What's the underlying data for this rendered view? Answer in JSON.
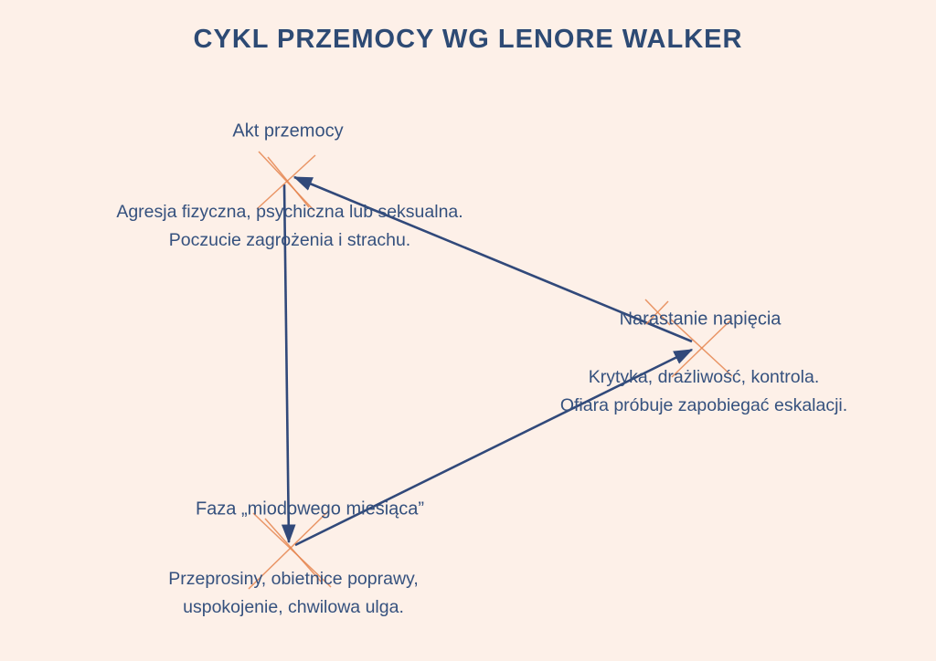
{
  "title": "CYKL PRZEMOCY WG LENORE WALKER",
  "diagram_type": "cycle",
  "nodes": {
    "akt_przemocy": {
      "label": "Akt przemocy",
      "desc_line1": "Agresja fizyczna, psychiczna lub seksualna.",
      "desc_line2": "Poczucie zagrożenia i strachu."
    },
    "narastanie_napiecia": {
      "label": "Narastanie napięcia",
      "desc_line1": "Krytyka, drażliwość, kontrola.",
      "desc_line2": "Ofiara próbuje zapobiegać eskalacji."
    },
    "faza_miodowego_miesiaca": {
      "label": "Faza „miodowego miesiąca”",
      "desc_line1": "Przeprosiny, obietnice poprawy,",
      "desc_line2": "uspokojenie, chwilowa ulga."
    }
  },
  "edges": [
    {
      "from": "narastanie_napiecia",
      "to": "akt_przemocy"
    },
    {
      "from": "akt_przemocy",
      "to": "faza_miodowego_miesiaca"
    },
    {
      "from": "faza_miodowego_miesiaca",
      "to": "narastanie_napiecia"
    }
  ],
  "colors": {
    "background": "#fdf0e8",
    "title_text": "#2d4a74",
    "body_text": "#35517e",
    "arrow": "#31497a",
    "cross_mark": "#e5854f"
  }
}
